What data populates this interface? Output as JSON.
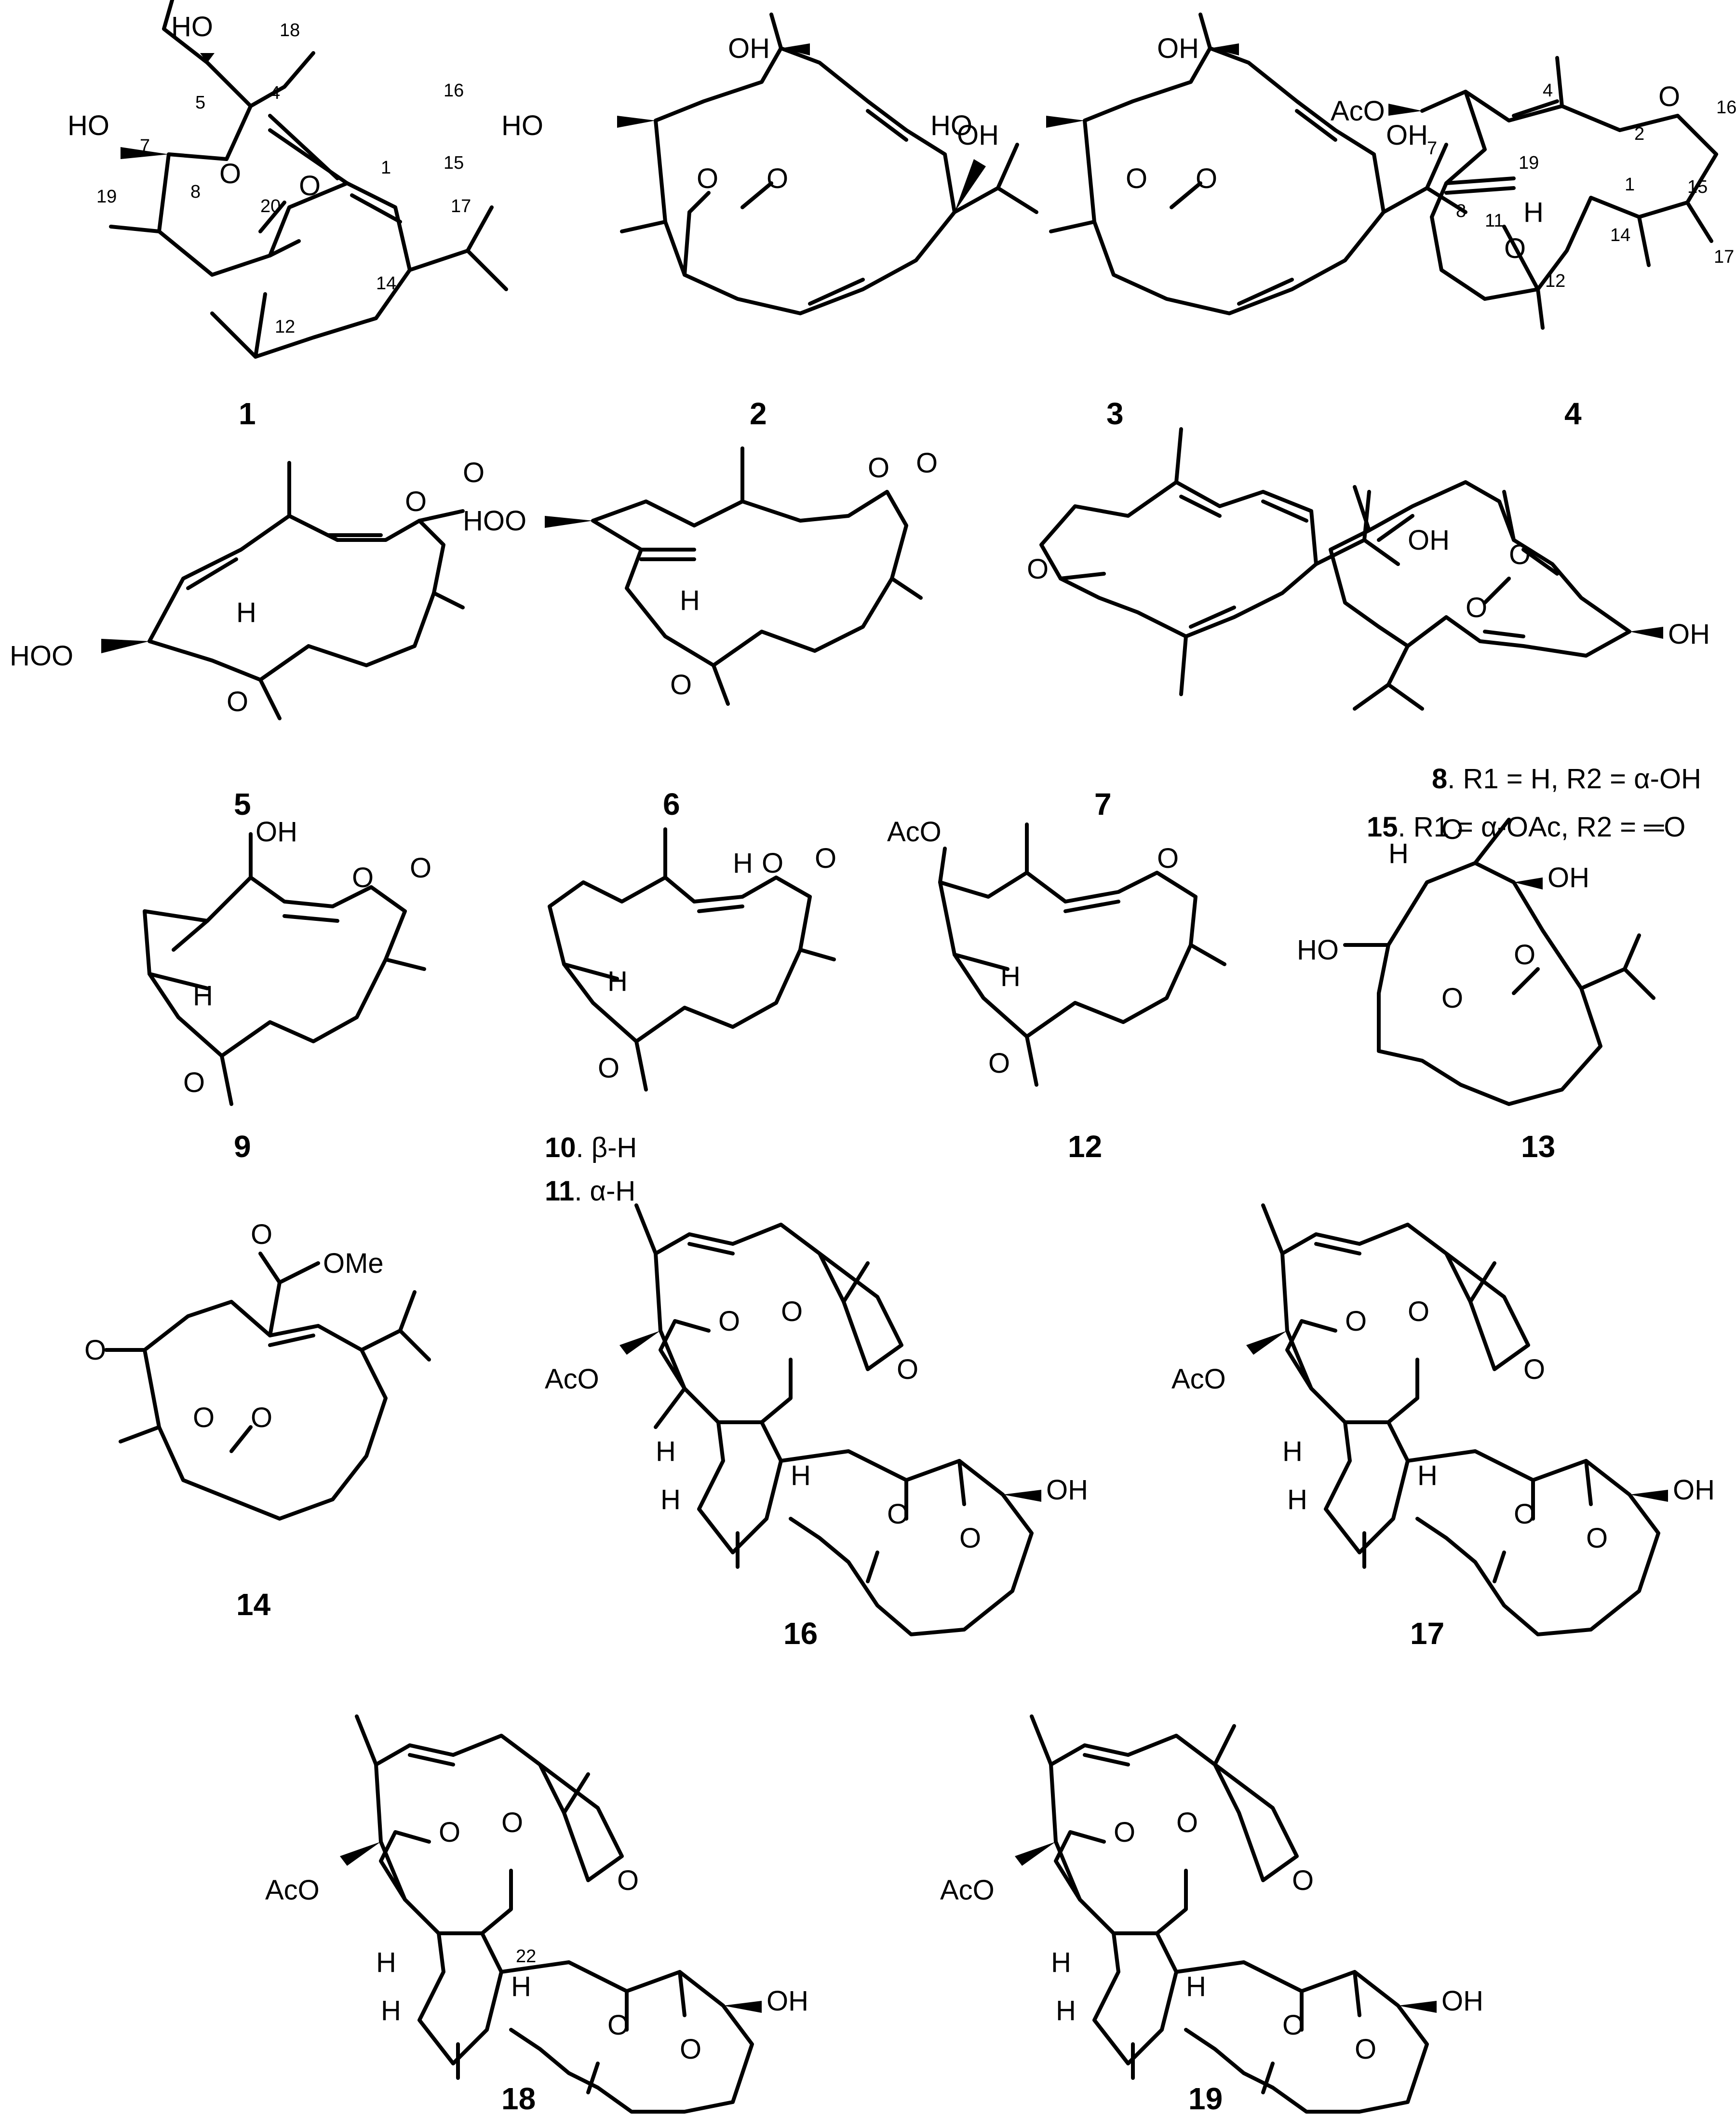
{
  "atoms": {
    "OH": "OH",
    "HO": "HO",
    "HOO": "HOO",
    "AcO": "AcO",
    "O": "O",
    "H": "H",
    "OMe": "OMe"
  },
  "compound_ids": [
    "1",
    "2",
    "3",
    "4",
    "5",
    "6",
    "7",
    "8",
    "9",
    "10",
    "11",
    "12",
    "13",
    "14",
    "15",
    "16",
    "17",
    "18",
    "19"
  ],
  "locants_1": [
    "5",
    "7",
    "8",
    "18",
    "4",
    "16",
    "15",
    "1",
    "17",
    "19",
    "20",
    "14",
    "12"
  ],
  "locants_4": [
    "7",
    "4",
    "2",
    "16",
    "19",
    "8",
    "1",
    "15",
    "11",
    "14",
    "12",
    "17"
  ],
  "locant_18": "22",
  "notes": {
    "c8": ". R1 = H, R2 = α-OH",
    "c15": ". R1 = α-OAc, R2 = ═O",
    "c10": ". β-H",
    "c11": ". α-H"
  }
}
